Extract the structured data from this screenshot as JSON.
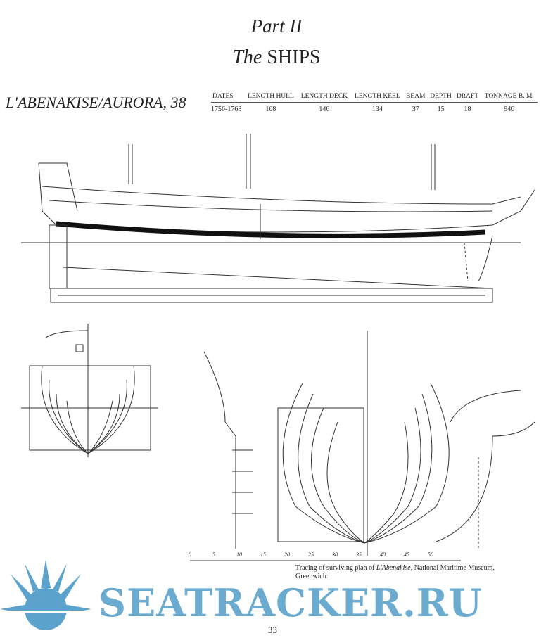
{
  "header": {
    "part": "Part II",
    "title_prefix": "The",
    "title_main": "SHIPS"
  },
  "ship": {
    "name": "L'ABENAKISE/AURORA, 38"
  },
  "specs": {
    "columns": [
      "DATES",
      "LENGTH HULL",
      "LENGTH DECK",
      "LENGTH KEEL",
      "BEAM",
      "DEPTH",
      "DRAFT",
      "TONNAGE B. M."
    ],
    "row": [
      "1756-1763",
      "168",
      "146",
      "134",
      "37",
      "15",
      "18",
      "946"
    ]
  },
  "scale_labels": [
    "0",
    "5",
    "10",
    "15",
    "20",
    "25",
    "30",
    "35",
    "40",
    "45",
    "50"
  ],
  "caption": {
    "prefix": "Tracing of surviving plan of ",
    "italic": "L'Abenakise,",
    "suffix": " National Maritime Museum, Greenwich."
  },
  "page_number": "33",
  "watermark": {
    "text": "SEATRACKER.RU",
    "color": "#5ba3cc"
  }
}
